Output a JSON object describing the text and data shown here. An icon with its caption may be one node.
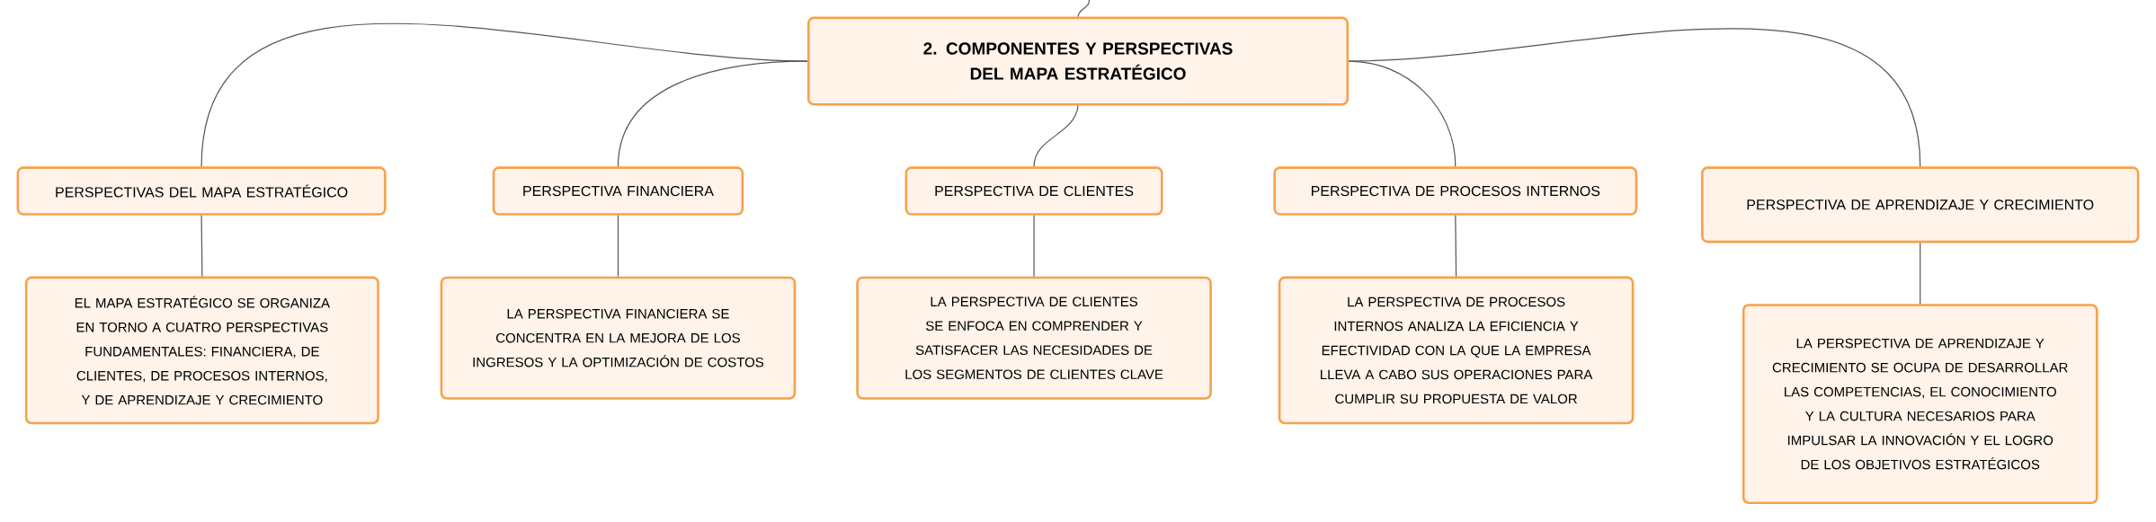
{
  "diagram": {
    "nodes": [
      {
        "text": [
          "2. COMPONENTES Y PERSPECTIVAS DEL MAPA ESTRATÉGICO"
        ]
      },
      {
        "text": [
          "PERSPECTIVAS DEL MAPA ESTRATÉGICO"
        ]
      },
      {
        "text": [
          "PERSPECTIVA FINANCIERA"
        ]
      },
      {
        "text": [
          "PERSPECTIVA DE CLIENTES"
        ]
      },
      {
        "text": [
          "PERSPECTIVA DE PROCESOS INTERNOS"
        ]
      },
      {
        "text": [
          "PERSPECTIVA DE APRENDIZAJE Y CRECIMIENTO"
        ]
      },
      {
        "text": [
          "EL MAPA ESTRATÉGICO SE ORGANIZA EN TORNO A CUATRO PERSPECTIVAS FUNDAMENTALES: FINANCIERA, DE CLIENTES, DE PROCESOS INTERNOS, Y DE APRENDIZAJE Y CRECIMIENTO"
        ]
      },
      {
        "text": [
          "LA PERSPECTIVA FINANCIERA SE CONCENTRA EN LA MEJORA DE LOS INGRESOS Y LA OPTIMIZACIÓN DE COSTOS"
        ]
      },
      {
        "text": [
          "LA PERSPECTIVA DE CLIENTES SE ENFOCA EN COMPRENDER Y SATISFACER LAS NECESIDADES DE LOS SEGMENTOS DE CLIENTES CLAVE"
        ]
      },
      {
        "text": [
          "LA PERSPECTIVA DE PROCESOS INTERNOS ANALIZA LA EFICIENCIA Y EFECTIVIDAD CON LA QUE LA EMPRESA LLEVA A CABO SUS OPERACIONES PARA CUMPLIR SU PROPUESTA DE VALOR"
        ]
      },
      {
        "text": [
          "LA PERSPECTIVA DE APRENDIZAJE Y CRECIMIENTO SE OCUPA DE DESARROLLAR LAS COMPETENCIAS, EL CONOCIMIENTO Y LA CULTURA NECESARIOS PARA IMPULSAR LA INNOVACIÓN Y EL LOGRO DE LOS OBJETIVOS ESTRATÉGICOS"
        ]
      }
    ],
    "edges": [
      {
        "from": null,
        "to": 0,
        "arrow": "none"
      },
      {
        "from": 0,
        "to": 1,
        "arrow": "none"
      },
      {
        "from": 0,
        "to": 2,
        "arrow": "none"
      },
      {
        "from": 0,
        "to": 3,
        "arrow": "none"
      },
      {
        "from": 0,
        "to": 4,
        "arrow": "none"
      },
      {
        "from": 0,
        "to": 5,
        "arrow": "none"
      },
      {
        "from": 1,
        "to": 6,
        "arrow": "none"
      },
      {
        "from": 2,
        "to": 7,
        "arrow": "none"
      },
      {
        "from": 3,
        "to": 8,
        "arrow": "none"
      },
      {
        "from": 4,
        "to": 9,
        "arrow": "none"
      },
      {
        "from": 5,
        "to": 10,
        "arrow": "none"
      }
    ]
  }
}
